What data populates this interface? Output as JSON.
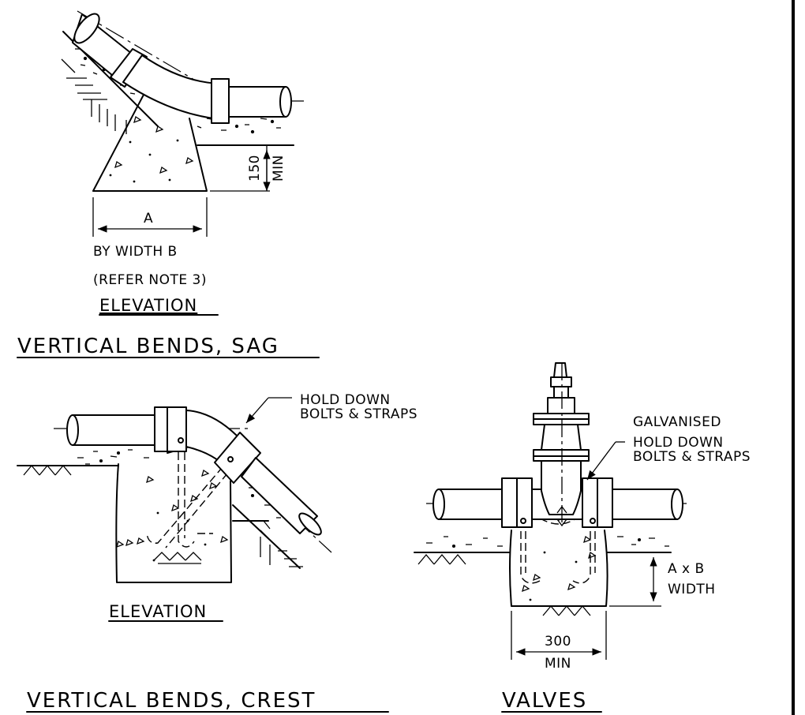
{
  "sag": {
    "dim_150": "150",
    "dim_min": "MIN",
    "dim_a": "A",
    "by_width": "BY WIDTH B",
    "refer_note": "(REFER NOTE 3)",
    "elevation": "ELEVATION",
    "title": "VERTICAL BENDS, SAG"
  },
  "crest": {
    "hold_down_1": "HOLD DOWN",
    "hold_down_2": "BOLTS & STRAPS",
    "elevation": "ELEVATION",
    "title": "VERTICAL BENDS, CREST"
  },
  "valves": {
    "galv_1": "GALVANISED",
    "galv_2": "HOLD DOWN",
    "galv_3": "BOLTS & STRAPS",
    "axb": "A x B",
    "width": "WIDTH",
    "dim_300": "300",
    "dim_min": "MIN",
    "title": "VALVES"
  }
}
